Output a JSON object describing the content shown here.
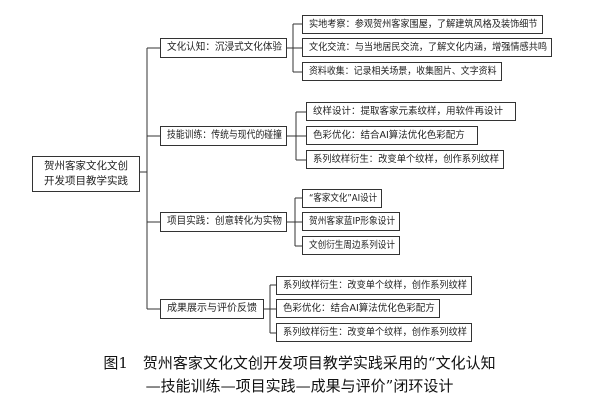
{
  "root": {
    "line1": "贺州客家文化文创",
    "line2": "开发项目教学实践"
  },
  "categories": [
    {
      "label": "文化认知：沉浸式文化体验",
      "items": [
        "实地考察：参观贺州客家围屋，了解建筑风格及装饰细节",
        "文化交流：与当地居民交流，了解文化内涵，增强情感共鸣",
        "资料收集：记录相关场景，收集图片、文字资料"
      ]
    },
    {
      "label": "技能训练：传统与现代的碰撞",
      "items": [
        "纹样设计：提取客家元素纹样，用软件再设计",
        "色彩优化：结合AI算法优化色彩配方",
        "系列纹样衍生：改变单个纹样，创作系列纹样"
      ]
    },
    {
      "label": "项目实践：创意转化为实物",
      "items": [
        "“客家文化”AI设计",
        "贺州客家蓝IP形象设计",
        "文创衍生周边系列设计"
      ]
    },
    {
      "label": "成果展示与评价反馈",
      "items": [
        "系列纹样衍生：改变单个纹样，创作系列纹样",
        "色彩优化：结合AI算法优化色彩配方",
        "系列纹样衍生：改变单个纹样，创作系列纹样"
      ]
    }
  ],
  "caption": {
    "line1": "图1　贺州客家文化文创开发项目教学实践采用的“文化认知",
    "line2": "—技能训练—项目实践—成果与评价”闭环设计"
  }
}
